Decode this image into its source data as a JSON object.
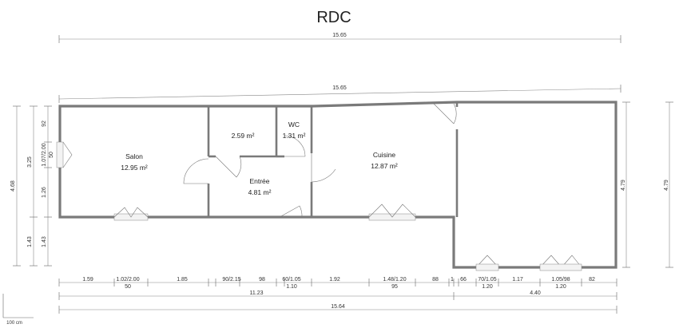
{
  "title": "RDC",
  "top_dims": {
    "overall_outer": "15.65",
    "overall_inner": "15.65"
  },
  "rooms": [
    {
      "name": "Salon",
      "area": "12.95 m²"
    },
    {
      "name": "",
      "area": "2.59 m²"
    },
    {
      "name": "WC",
      "area": "1.31 m²"
    },
    {
      "name": "Entrée",
      "area": "4.81 m²"
    },
    {
      "name": "Cuisine",
      "area": "12.87 m²"
    }
  ],
  "left_dims": {
    "outer": [
      "4.68"
    ],
    "middle": [
      "3.25",
      "1.43"
    ],
    "inner": [
      "92",
      "1.07/2.00",
      "50",
      "1.26",
      "1.43"
    ]
  },
  "right_dims": {
    "inner": "4.79",
    "outer": "4.79"
  },
  "bottom_dims": {
    "row1": [
      "1.59",
      "1.02/2.00",
      "1.85",
      "90/2.15",
      "98",
      "60/1.05",
      "1.92",
      "1.48/1.20",
      "88",
      "1",
      "66",
      "70/1.05",
      "1.17",
      "1.05/98",
      "82"
    ],
    "row1_sub": [
      "50",
      "1.10",
      "95",
      "1.20",
      "1.20"
    ],
    "row2": [
      "11.23",
      "4.40"
    ],
    "row3": [
      "15.64"
    ]
  },
  "scale_label": "100 cm"
}
